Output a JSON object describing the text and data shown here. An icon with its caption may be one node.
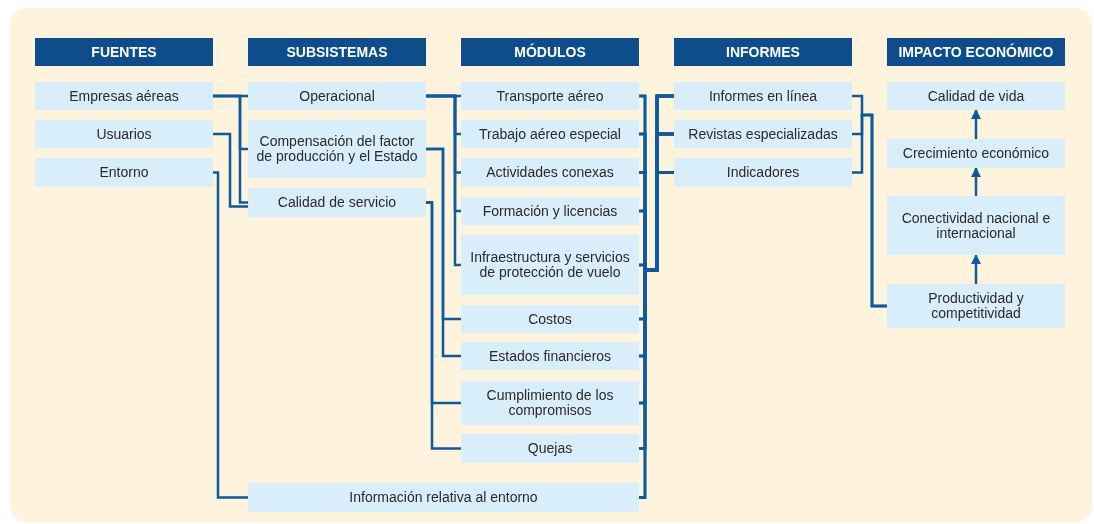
{
  "diagram": {
    "nodes": [
      {
        "text": [
          "FUENTES"
        ]
      },
      {
        "text": [
          "SUBSISTEMAS"
        ]
      },
      {
        "text": [
          "MÓDULOS"
        ]
      },
      {
        "text": [
          "INFORMES"
        ]
      },
      {
        "text": [
          "IMPACTO ECONÓMICO"
        ]
      },
      {
        "text": [
          "Empresas aéreas"
        ]
      },
      {
        "text": [
          "Usuarios"
        ]
      },
      {
        "text": [
          "Entorno"
        ]
      },
      {
        "text": [
          "Operacional"
        ]
      },
      {
        "text": [
          "Compensación del factor de producción y el Estado"
        ]
      },
      {
        "text": [
          "Calidad de servicio"
        ]
      },
      {
        "text": [
          "Transporte aéreo"
        ]
      },
      {
        "text": [
          "Trabajo aéreo especial"
        ]
      },
      {
        "text": [
          "Actividades conexas"
        ]
      },
      {
        "text": [
          "Formación y licencias"
        ]
      },
      {
        "text": [
          "Infraestructura y servicios de protección de vuelo"
        ]
      },
      {
        "text": [
          "Costos"
        ]
      },
      {
        "text": [
          "Estados financieros"
        ]
      },
      {
        "text": [
          "Cumplimiento de los compromisos"
        ]
      },
      {
        "text": [
          "Quejas"
        ]
      },
      {
        "text": [
          "Información relativa al entorno"
        ]
      },
      {
        "text": [
          "Informes en línea"
        ]
      },
      {
        "text": [
          "Revistas especializadas"
        ]
      },
      {
        "text": [
          "Indicadores"
        ]
      },
      {
        "text": [
          "Calidad de vida"
        ]
      },
      {
        "text": [
          "Crecimiento económico"
        ]
      },
      {
        "text": [
          "Conectividad nacional e internacional"
        ]
      },
      {
        "text": [
          "Productividad y competitividad"
        ]
      }
    ],
    "edges": [
      {
        "from": 5,
        "to": 8,
        "arrow": "none"
      },
      {
        "from": 5,
        "to": 9,
        "arrow": "none"
      },
      {
        "from": 5,
        "to": 10,
        "arrow": "none"
      },
      {
        "from": 6,
        "to": 10,
        "arrow": "none"
      },
      {
        "from": 7,
        "to": 20,
        "arrow": "none"
      },
      {
        "from": 8,
        "to": 11,
        "arrow": "none"
      },
      {
        "from": 8,
        "to": 12,
        "arrow": "none"
      },
      {
        "from": 8,
        "to": 13,
        "arrow": "none"
      },
      {
        "from": 8,
        "to": 14,
        "arrow": "none"
      },
      {
        "from": 8,
        "to": 15,
        "arrow": "none"
      },
      {
        "from": 9,
        "to": 16,
        "arrow": "none"
      },
      {
        "from": 9,
        "to": 17,
        "arrow": "none"
      },
      {
        "from": 10,
        "to": 18,
        "arrow": "none"
      },
      {
        "from": 10,
        "to": 19,
        "arrow": "none"
      },
      {
        "from": 11,
        "to": 21,
        "arrow": "none"
      },
      {
        "from": 11,
        "to": 22,
        "arrow": "none"
      },
      {
        "from": 11,
        "to": 23,
        "arrow": "none"
      },
      {
        "from": 12,
        "to": 21,
        "arrow": "none"
      },
      {
        "from": 12,
        "to": 22,
        "arrow": "none"
      },
      {
        "from": 12,
        "to": 23,
        "arrow": "none"
      },
      {
        "from": 13,
        "to": 21,
        "arrow": "none"
      },
      {
        "from": 13,
        "to": 22,
        "arrow": "none"
      },
      {
        "from": 13,
        "to": 23,
        "arrow": "none"
      },
      {
        "from": 14,
        "to": 21,
        "arrow": "none"
      },
      {
        "from": 14,
        "to": 22,
        "arrow": "none"
      },
      {
        "from": 14,
        "to": 23,
        "arrow": "none"
      },
      {
        "from": 15,
        "to": 21,
        "arrow": "none"
      },
      {
        "from": 15,
        "to": 22,
        "arrow": "none"
      },
      {
        "from": 15,
        "to": 23,
        "arrow": "none"
      },
      {
        "from": 16,
        "to": 21,
        "arrow": "none"
      },
      {
        "from": 16,
        "to": 22,
        "arrow": "none"
      },
      {
        "from": 16,
        "to": 23,
        "arrow": "none"
      },
      {
        "from": 17,
        "to": 21,
        "arrow": "none"
      },
      {
        "from": 17,
        "to": 22,
        "arrow": "none"
      },
      {
        "from": 17,
        "to": 23,
        "arrow": "none"
      },
      {
        "from": 18,
        "to": 21,
        "arrow": "none"
      },
      {
        "from": 18,
        "to": 22,
        "arrow": "none"
      },
      {
        "from": 18,
        "to": 23,
        "arrow": "none"
      },
      {
        "from": 19,
        "to": 21,
        "arrow": "none"
      },
      {
        "from": 19,
        "to": 22,
        "arrow": "none"
      },
      {
        "from": 19,
        "to": 23,
        "arrow": "none"
      },
      {
        "from": 20,
        "to": 21,
        "arrow": "none"
      },
      {
        "from": 20,
        "to": 22,
        "arrow": "none"
      },
      {
        "from": 20,
        "to": 23,
        "arrow": "none"
      },
      {
        "from": 21,
        "to": 27,
        "arrow": "none"
      },
      {
        "from": 22,
        "to": 27,
        "arrow": "none"
      },
      {
        "from": 23,
        "to": 27,
        "arrow": "none"
      },
      {
        "from": 27,
        "to": 26,
        "arrow": "to"
      },
      {
        "from": 26,
        "to": 25,
        "arrow": "to"
      },
      {
        "from": 25,
        "to": 24,
        "arrow": "to"
      }
    ]
  }
}
